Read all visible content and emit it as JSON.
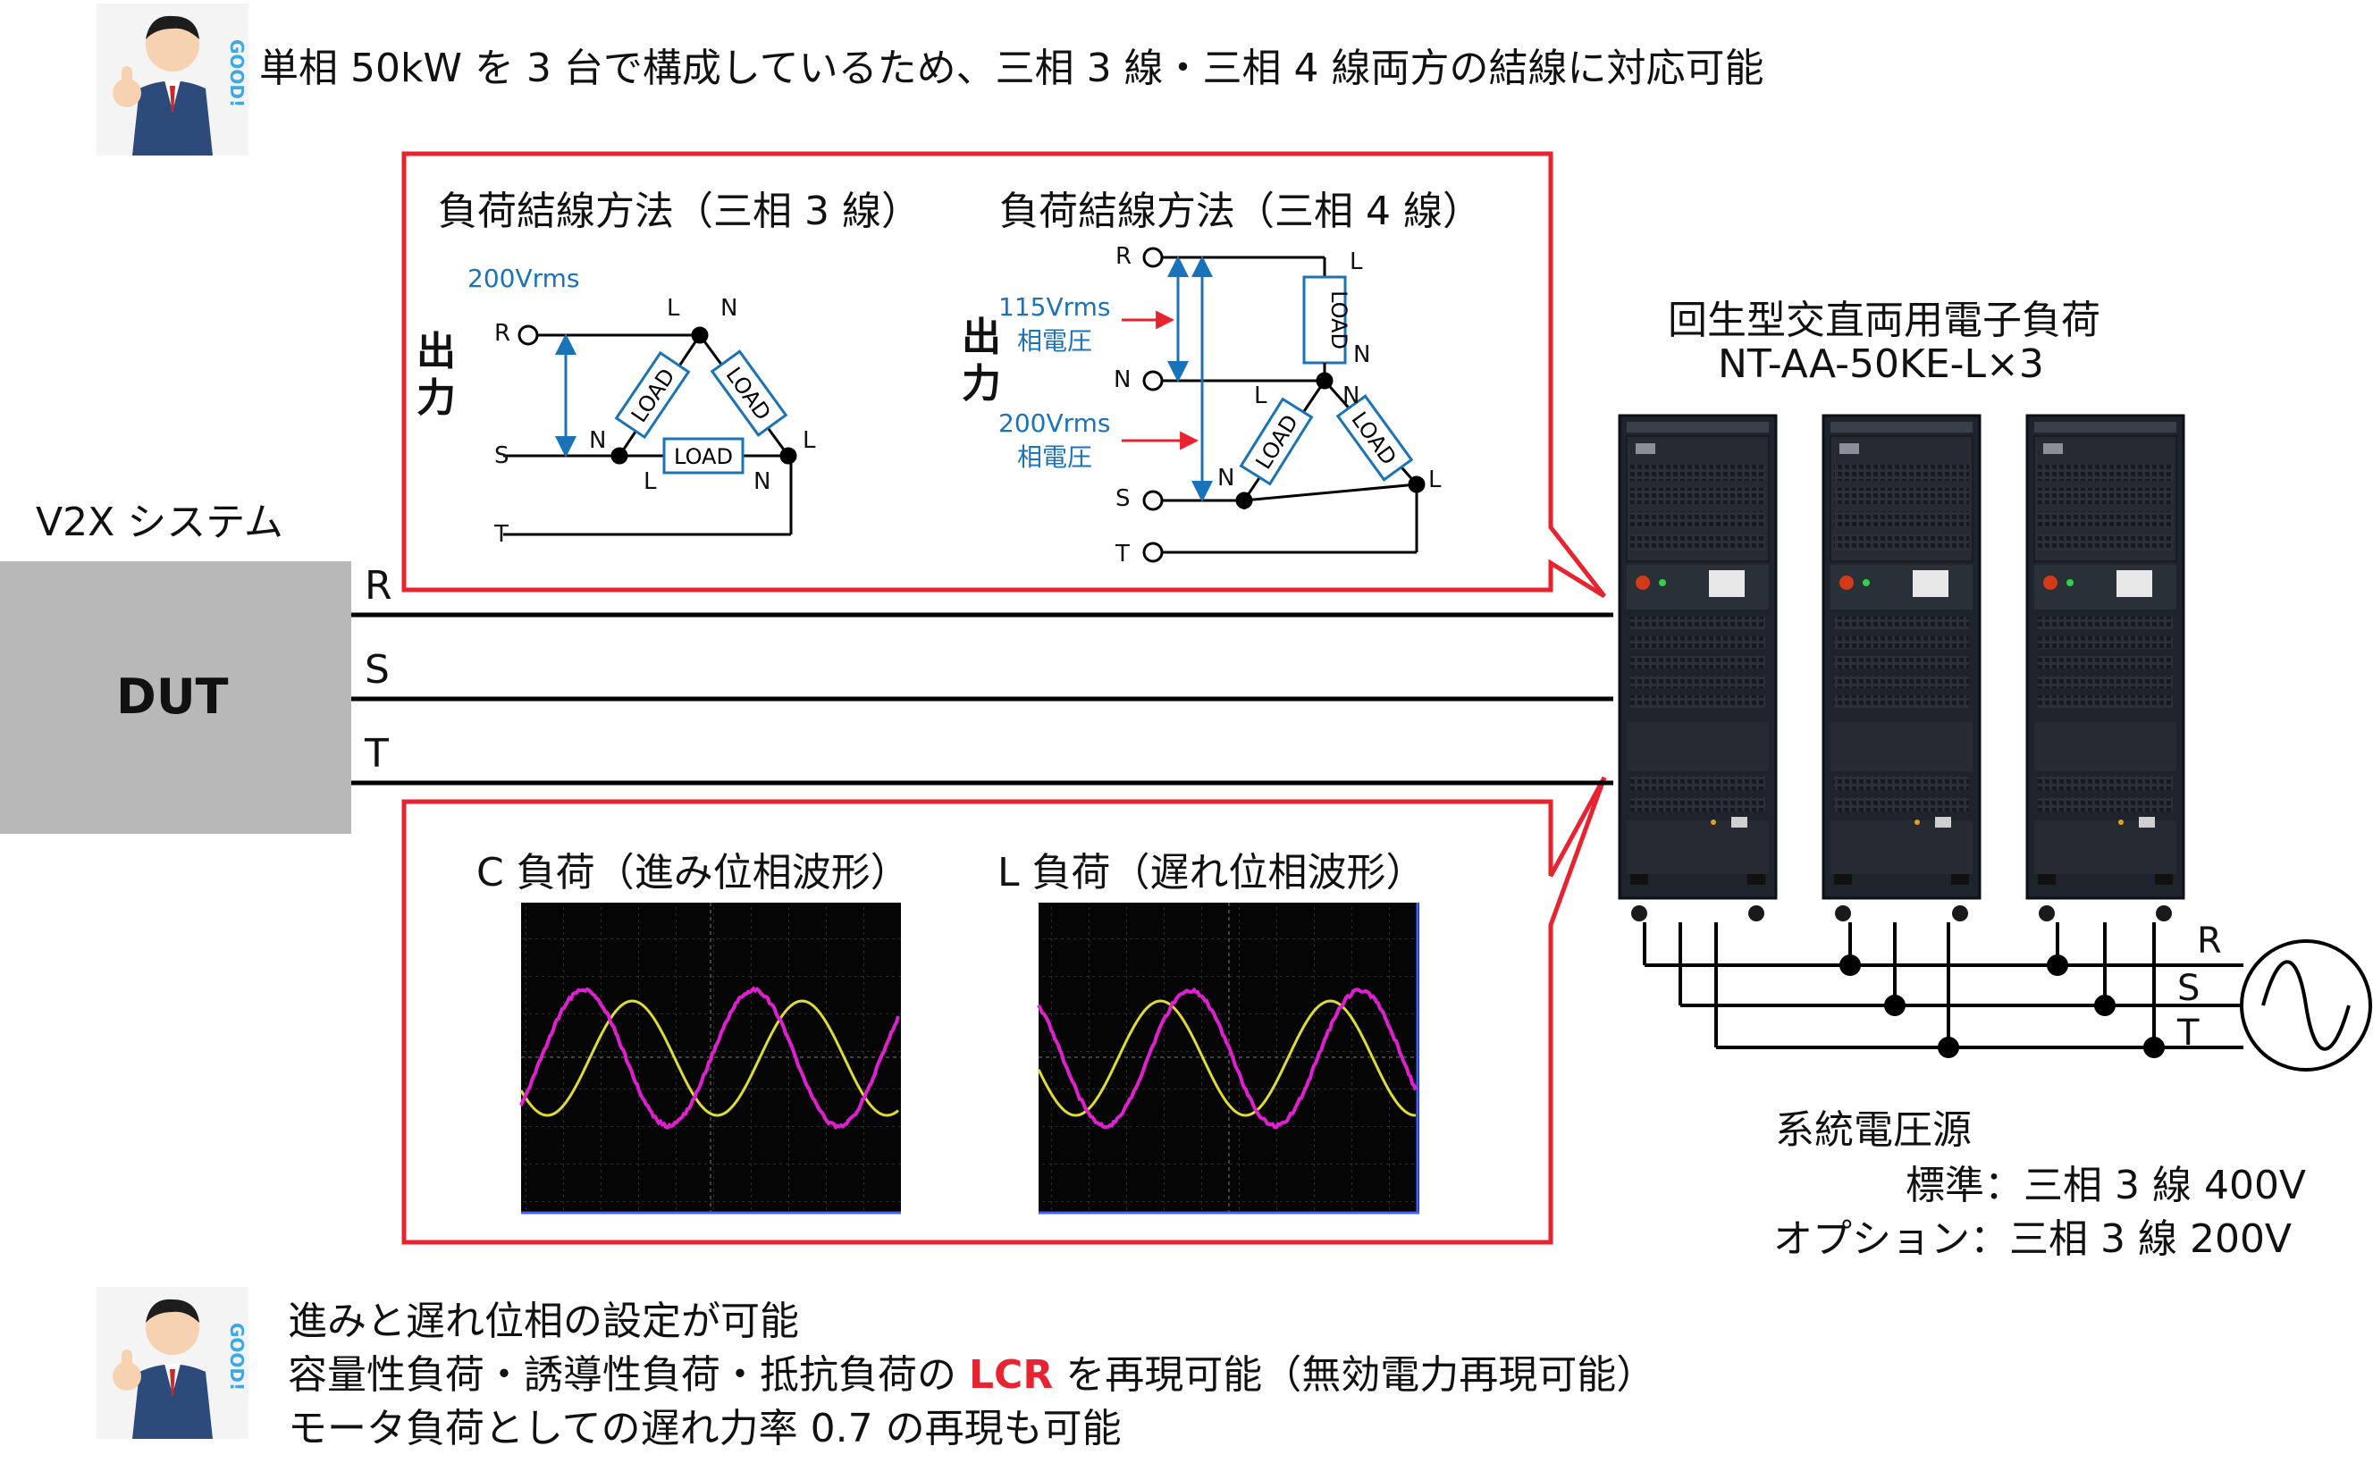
{
  "top_note": "単相 50kW を 3 台で構成しているため、三相 3 線・三相 4 線両方の結線に対応可能",
  "wiring3": {
    "title": "負荷結線方法（三相 3 線）",
    "voltage": "200Vrms",
    "output_label": "出力",
    "terminal_r": "R",
    "terminal_s": "S",
    "terminal_t": "T",
    "load": "LOAD",
    "l": "L",
    "n": "N"
  },
  "wiring4": {
    "title": "負荷結線方法（三相 4 線）",
    "phase_voltage_1": "115Vrms",
    "phase_voltage_2": "200Vrms",
    "phase_label": "相電圧",
    "output_label": "出力",
    "terminal_r": "R",
    "terminal_n": "N",
    "terminal_s": "S",
    "terminal_t": "T",
    "load": "LOAD",
    "l": "L",
    "n": "N"
  },
  "v2x_label": "V2X システム",
  "dut_label": "DUT",
  "line_r": "R",
  "line_s": "S",
  "line_t": "T",
  "product": {
    "line1": "回生型交直両用電子負荷",
    "line2": "NT-AA-50KE-L×3"
  },
  "waveforms": {
    "c_title": "C 負荷（進み位相波形）",
    "l_title": "L 負荷（遅れ位相波形）"
  },
  "grid_source": {
    "title": "系統電圧源",
    "std": "標準：三相 3 線 400V",
    "opt": "オプション：三相 3 線 200V",
    "r": "R",
    "s": "S",
    "t": "T"
  },
  "bottom_notes": {
    "line1": "進みと遅れ位相の設定が可能",
    "line2_pre": "容量性負荷・誘導性負荷・抵抗負荷の ",
    "line2_hl": "LCR",
    "line2_post": " を再現可能（無効電力再現可能）",
    "line3": "モータ負荷としての遅れ力率 0.7 の再現も可能"
  },
  "colors": {
    "accent_red": "#e8232f",
    "accent_blue": "#1a73b8",
    "dut_gray": "#b8b8b8",
    "scope_magenta": "#e020d0",
    "scope_yellow": "#e0dc30"
  }
}
